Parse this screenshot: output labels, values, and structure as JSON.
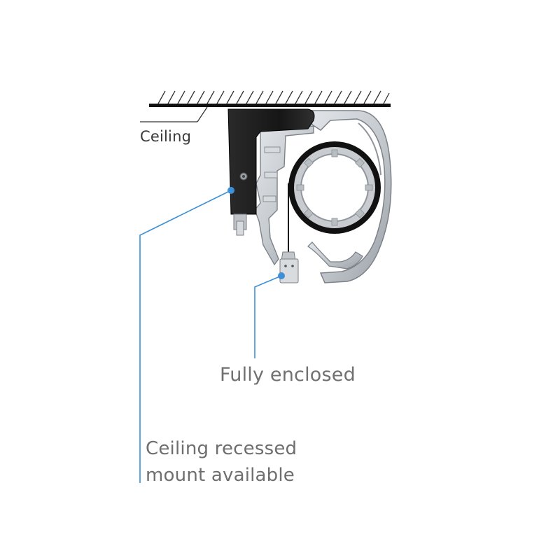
{
  "diagram": {
    "labels": {
      "ceiling": "Ceiling",
      "fully_enclosed": "Fully enclosed",
      "recessed_line1": "Ceiling recessed",
      "recessed_line2": "mount available"
    },
    "colors": {
      "ceiling_line": "#111111",
      "bracket": "#1c1c1c",
      "aluminium": "#c9cdd2",
      "aluminium_dark": "#8f959b",
      "tube_ring": "#111111",
      "leader_line": "#3d8fd6",
      "label_text": "#6e6e6e"
    },
    "icons": [
      "mounting-bracket-icon",
      "roller-tube-icon",
      "cassette-housing-icon",
      "bottom-bar-weight-icon"
    ]
  }
}
